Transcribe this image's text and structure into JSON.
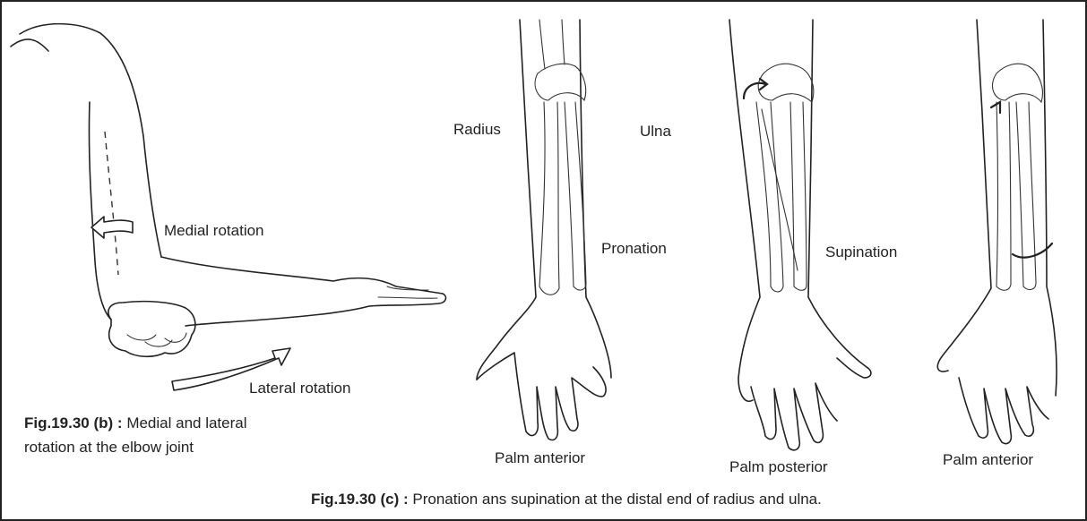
{
  "panel_b": {
    "labels": {
      "medial": "Medial rotation",
      "lateral": "Lateral rotation"
    },
    "caption": {
      "fig": "Fig.19.30 (b) :",
      "line1": "Medial and lateral",
      "line2": "rotation at the elbow joint"
    }
  },
  "panel_c": {
    "labels": {
      "radius": "Radius",
      "ulna": "Ulna",
      "pronation": "Pronation",
      "supination": "Supination",
      "palm_anterior_1": "Palm anterior",
      "palm_posterior": "Palm posterior",
      "palm_anterior_2": "Palm anterior"
    },
    "caption": {
      "fig": "Fig.19.30 (c) :",
      "text": "Pronation ans supination at the distal end of radius and ulna."
    }
  }
}
